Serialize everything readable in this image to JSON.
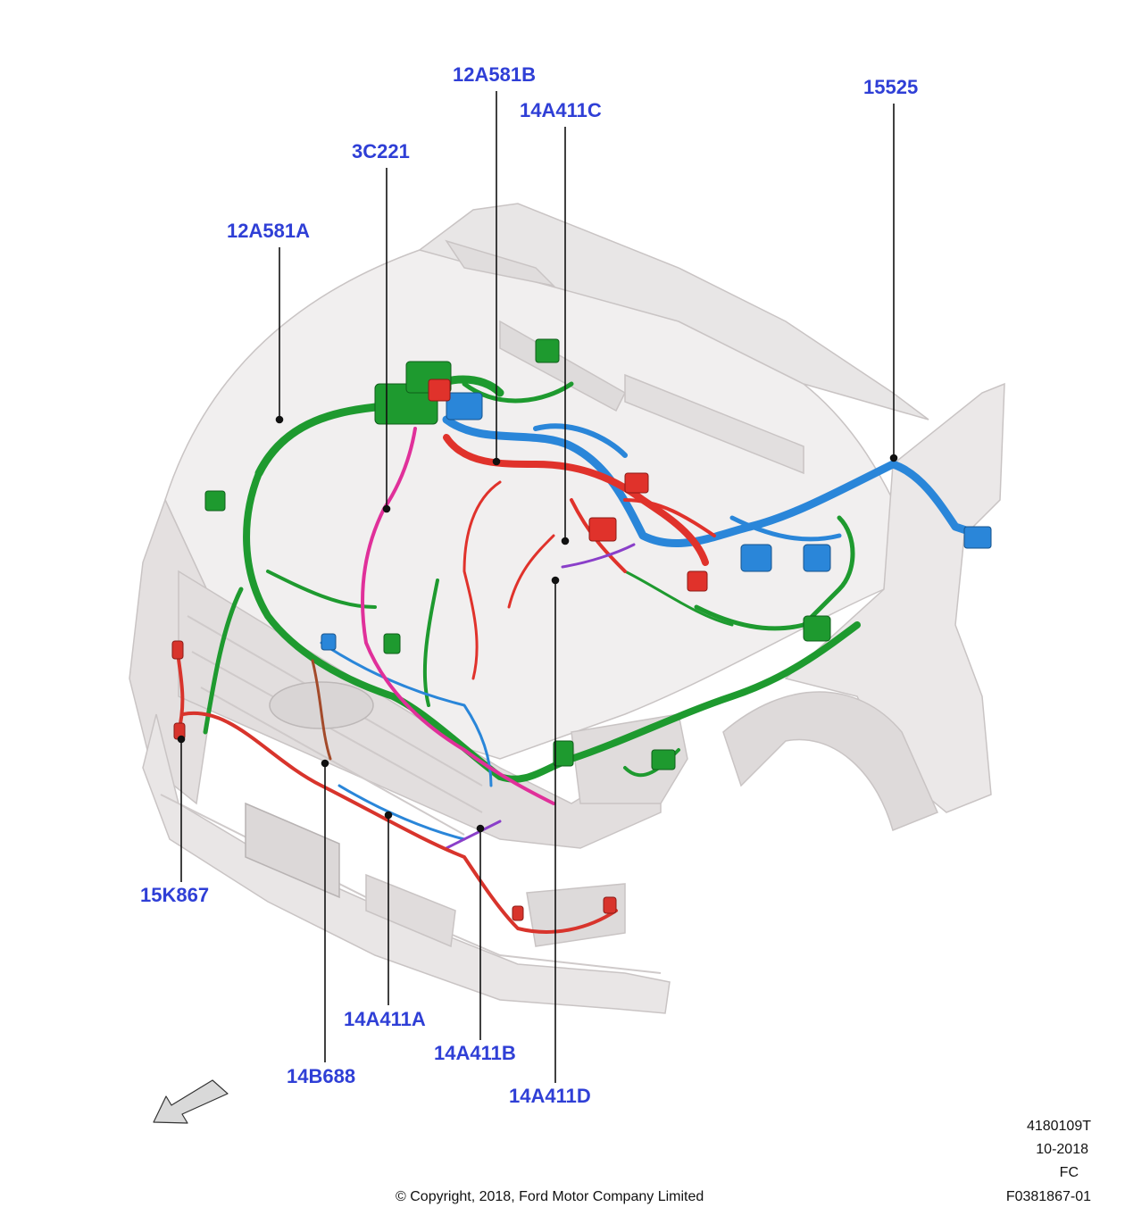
{
  "diagram": {
    "callouts": [
      {
        "id": "12A581B",
        "label": "12A581B"
      },
      {
        "id": "14A411C",
        "label": "14A411C"
      },
      {
        "id": "15525",
        "label": "15525"
      },
      {
        "id": "3C221",
        "label": "3C221"
      },
      {
        "id": "12A581A",
        "label": "12A581A"
      },
      {
        "id": "15K867",
        "label": "15K867"
      },
      {
        "id": "14A411A",
        "label": "14A411A"
      },
      {
        "id": "14B688",
        "label": "14B688"
      },
      {
        "id": "14A411B",
        "label": "14A411B"
      },
      {
        "id": "14A411D",
        "label": "14A411D"
      }
    ],
    "harness_colors": {
      "main_harness": "#1e9a2f",
      "engine_harness": "#e0322b",
      "battery_harness": "#2a86d9",
      "pink_jumper": "#e0309a",
      "bumper_harness": "#d8342c",
      "vehicle_body": "#e6e2e2",
      "label_color": "#2f3fd6"
    },
    "direction_arrow": "front-direction-arrow-icon"
  },
  "footer": {
    "drawing_number": "4180109T",
    "date": "10-2018",
    "code": "FC",
    "figure_id": "F0381867-01",
    "copyright": "© Copyright, 2018, Ford Motor Company Limited"
  }
}
